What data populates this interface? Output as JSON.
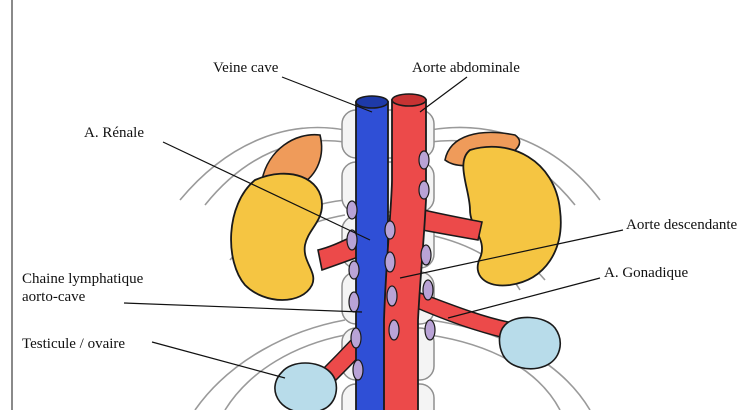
{
  "labels": {
    "veine_cave": "Veine cave",
    "aorte_abdominale": "Aorte abdominale",
    "a_renale": "A.  Rénale",
    "aorte_descendante": "Aorte descendante",
    "chaine_line1": "Chaine lymphatique",
    "chaine_line2": "aorto-cave",
    "a_gonadique": "A.  Gonadique",
    "testicule": "Testicule / ovaire"
  },
  "colors": {
    "vein": "#2f4fd6",
    "artery": "#ec4a4a",
    "kidney": "#f5c542",
    "adrenal": "#ef9b5a",
    "lymph": "#b9a3d6",
    "gonad": "#b8dcea",
    "outline": "#1a1a1a"
  }
}
